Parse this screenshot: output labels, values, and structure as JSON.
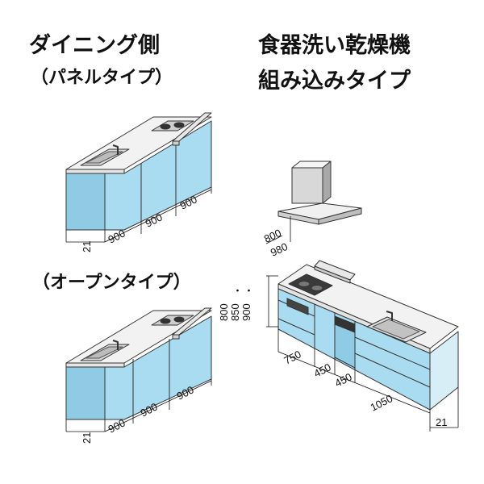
{
  "headings": {
    "dining_side": "ダイニング側",
    "panel_type": "（パネルタイプ）",
    "dishwasher_line1": "食器洗い乾燥機",
    "dishwasher_line2": "組み込みタイプ",
    "open_type": "（オープンタイプ）"
  },
  "panel_kitchen": {
    "dims": [
      "21",
      "900",
      "900",
      "900"
    ]
  },
  "open_kitchen": {
    "dims": [
      "21",
      "900",
      "900",
      "900"
    ]
  },
  "dishwasher_kitchen": {
    "hood_dims": [
      "800",
      "980"
    ],
    "height_dims": [
      "800",
      "850",
      "900"
    ],
    "height_sep": "・",
    "width_dims": [
      "750",
      "450",
      "450",
      "1050"
    ],
    "depth_dim": "21"
  },
  "colors": {
    "cabinet_front": "#a9dcf0",
    "cabinet_side": "#8fcbe4",
    "counter": "#f2f2f2",
    "outline": "#333333"
  }
}
